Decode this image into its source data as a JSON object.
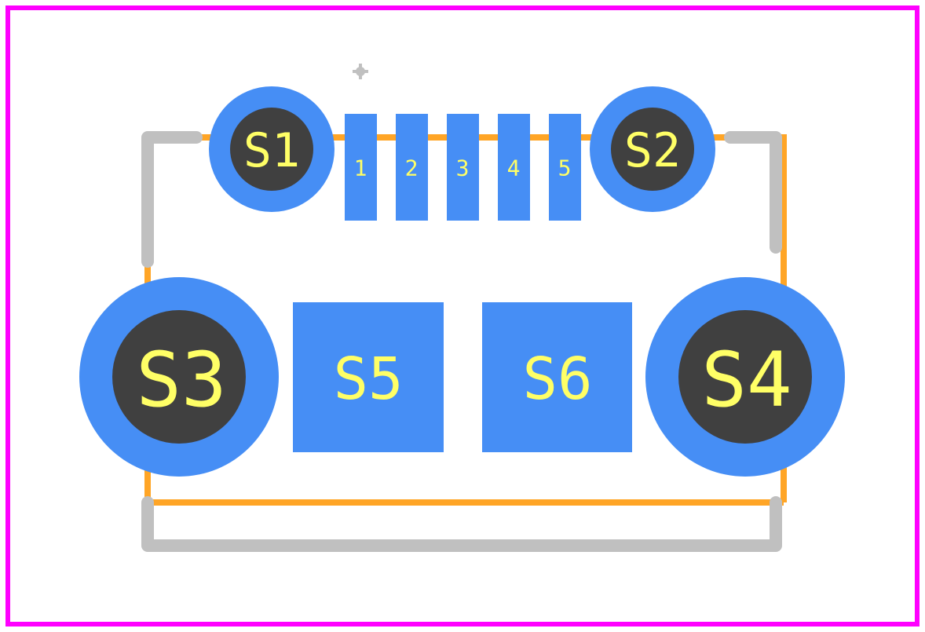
{
  "colors": {
    "courtyard": "#ff00ff",
    "silkscreen": "#c0c0c0",
    "assembly": "#ffa526",
    "copper": "#468ef5",
    "drill": "#404040",
    "label": "#ffff66",
    "origin": "#c0c0c0"
  },
  "pins": {
    "p1": "1",
    "p2": "2",
    "p3": "3",
    "p4": "4",
    "p5": "5"
  },
  "pads": {
    "s1": "S1",
    "s2": "S2",
    "s3": "S3",
    "s4": "S4",
    "s5": "S5",
    "s6": "S6"
  },
  "icons": {
    "origin": "origin-marker-icon"
  }
}
